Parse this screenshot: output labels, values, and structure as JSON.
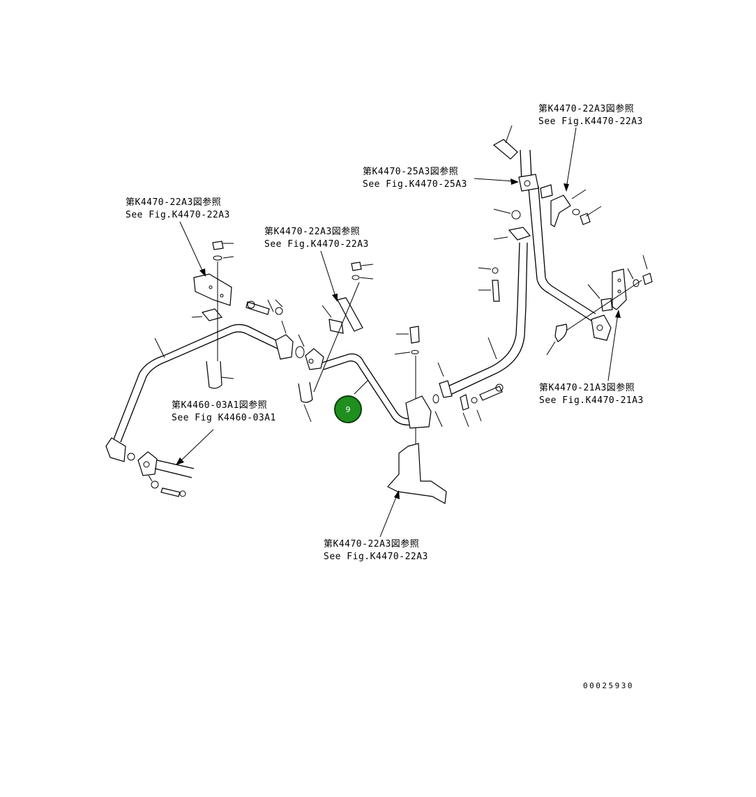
{
  "references": {
    "top_right": {
      "jp": "第K4470-22A3図参照",
      "en": "See Fig.K4470-22A3"
    },
    "upper_mid_right": {
      "jp": "第K4470-25A3図参照",
      "en": "See Fig.K4470-25A3"
    },
    "upper_left": {
      "jp": "第K4470-22A3図参照",
      "en": "See Fig.K4470-22A3"
    },
    "center": {
      "jp": "第K4470-22A3図参照",
      "en": "See Fig.K4470-22A3"
    },
    "left_mid": {
      "jp": "第K4460-03A1図参照",
      "en": "See Fig K4460-03A1"
    },
    "right_mid": {
      "jp": "第K4470-21A3図参照",
      "en": "See Fig.K4470-21A3"
    },
    "bottom": {
      "jp": "第K4470-22A3図参照",
      "en": "See Fig.K4470-22A3"
    }
  },
  "drawing_code": "00025930",
  "highlight": {
    "label": "9",
    "color": "#1f8f1f"
  }
}
